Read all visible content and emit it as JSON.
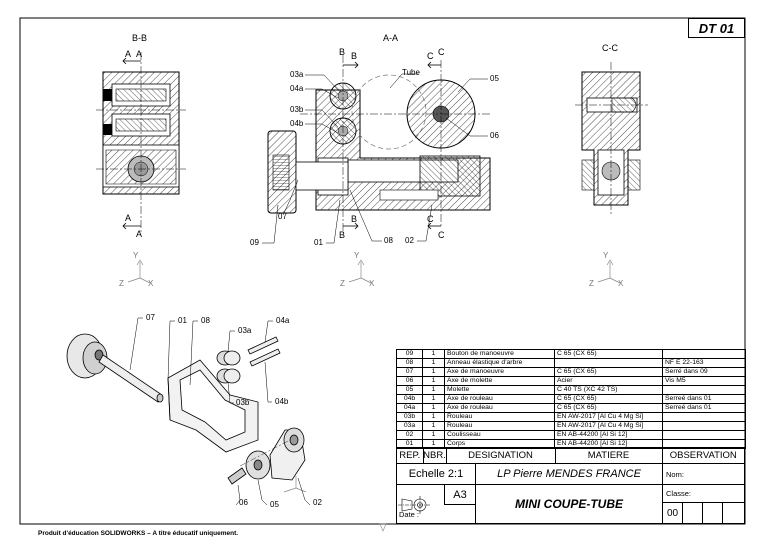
{
  "sheet": {
    "doc_ref": "DT 01",
    "footer_note": "Produit d'éducation SOLIDWORKS – A titre éducatif uniquement."
  },
  "views": {
    "bb_title": "B-B",
    "aa_title": "A-A",
    "cc_title": "C-C",
    "section_letters": {
      "a": "A",
      "b": "B",
      "c": "C"
    }
  },
  "callouts": {
    "tube": "Tube",
    "r03a": "03a",
    "r04a": "04a",
    "r03b": "03b",
    "r04b": "04b",
    "r05": "05",
    "r06": "06",
    "r07": "07",
    "r09": "09",
    "r01": "01",
    "r08": "08",
    "r02": "02"
  },
  "axes": {
    "x": "X",
    "y": "Y",
    "z": "Z"
  },
  "bom": [
    {
      "rep": "09",
      "nbr": "1",
      "designation": "Bouton de manoeuvre",
      "matiere": "C 65 (CX 65)",
      "observation": ""
    },
    {
      "rep": "08",
      "nbr": "1",
      "designation": "Anneau élastique d'arbre",
      "matiere": "",
      "observation": "NF E 22-163"
    },
    {
      "rep": "07",
      "nbr": "1",
      "designation": "Axe de manoeuvre",
      "matiere": "C 65 (CX 65)",
      "observation": "Serré dans 09"
    },
    {
      "rep": "06",
      "nbr": "1",
      "designation": "Axe de molette",
      "matiere": "Acier",
      "observation": "Vis M5"
    },
    {
      "rep": "05",
      "nbr": "1",
      "designation": "Molette",
      "matiere": "C 40 TS (XC 42 TS)",
      "observation": ""
    },
    {
      "rep": "04b",
      "nbr": "1",
      "designation": "Axe de rouleau",
      "matiere": "C 65 (CX 65)",
      "observation": "Serreé dans 01"
    },
    {
      "rep": "04a",
      "nbr": "1",
      "designation": "Axe de rouleau",
      "matiere": "C 65 (CX 65)",
      "observation": "Serreé dans 01"
    },
    {
      "rep": "03b",
      "nbr": "1",
      "designation": "Rouleau",
      "matiere": "EN AW-2017 [Al Cu 4 Mg Si]",
      "observation": ""
    },
    {
      "rep": "03a",
      "nbr": "1",
      "designation": "Rouleau",
      "matiere": "EN AW-2017 [Al Cu 4 Mg Si]",
      "observation": ""
    },
    {
      "rep": "02",
      "nbr": "1",
      "designation": "Coulisseau",
      "matiere": "EN AB-44200 [Al Si 12]",
      "observation": ""
    },
    {
      "rep": "01",
      "nbr": "1",
      "designation": "Corps",
      "matiere": "EN AB-44200 [Al Si 12]",
      "observation": ""
    }
  ],
  "bom_header": {
    "rep": "REP.",
    "nbr": "NBR.",
    "designation": "DESIGNATION",
    "matiere": "MATIERE",
    "observation": "OBSERVATION"
  },
  "title_block": {
    "scale": "Echelle 2:1",
    "school": "LP Pierre MENDES FRANCE",
    "format": "A3",
    "title": "MINI COUPE-TUBE",
    "date_label": "Date :",
    "nom_label": "Nom:",
    "classe_label": "Classe:",
    "number": "00"
  }
}
